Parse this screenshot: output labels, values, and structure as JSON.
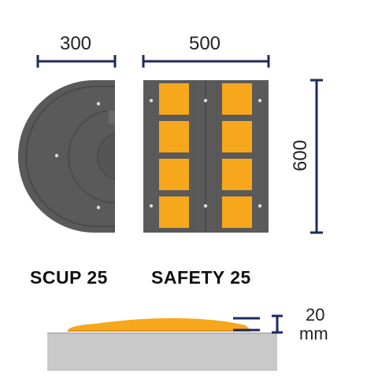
{
  "dimensions": {
    "width_scup": "300",
    "width_safety": "500",
    "length": "600",
    "height_value": "20",
    "height_unit": "mm"
  },
  "products": [
    {
      "name": "SCUP 25"
    },
    {
      "name": "SAFETY 25"
    }
  ],
  "colors": {
    "dimension_line": "#1f2a5c",
    "rubber": "#5a5a5a",
    "rubber_dark": "#4a4a4a",
    "reflector": "#f7a71c",
    "side_base": "#c9c9c9"
  },
  "safety_reflectors": {
    "columns": 2,
    "rows": 4
  }
}
